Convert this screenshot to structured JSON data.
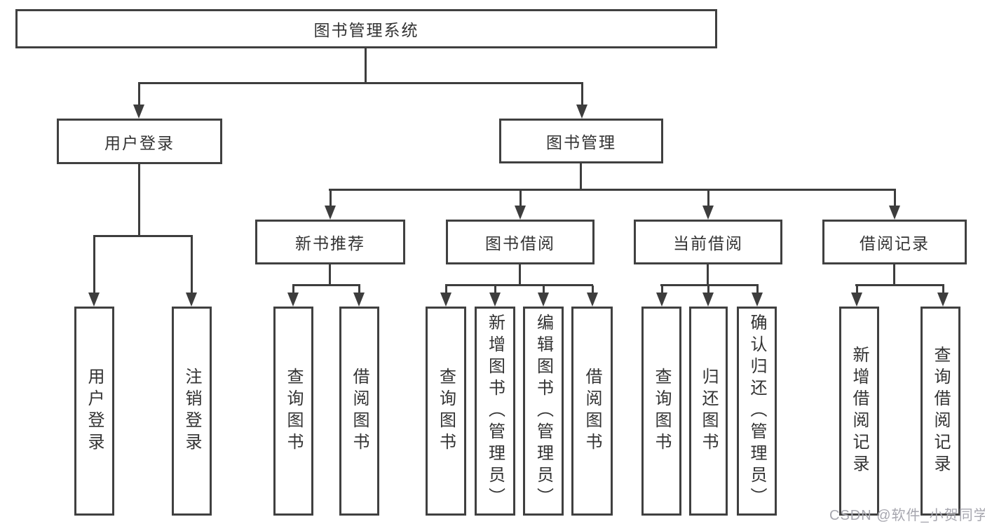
{
  "diagram": {
    "title": "图书管理系统",
    "nodes": {
      "root": "图书管理系统",
      "user_login": "用户登录",
      "book_mgmt": "图书管理",
      "new_book_rec": "新书推荐",
      "book_borrow": "图书借阅",
      "current_borrow": "当前借阅",
      "borrow_records": "借阅记录",
      "leaf_user_login": "用户登录",
      "leaf_logout": "注销登录",
      "leaf_query_book_1": "查询图书",
      "leaf_borrow_book_1": "借阅图书",
      "leaf_query_book_2": "查询图书",
      "leaf_add_book": "新增图书（管理员）",
      "leaf_edit_book": "编辑图书（管理员）",
      "leaf_borrow_book_2": "借阅图书",
      "leaf_query_book_3": "查询图书",
      "leaf_return_book": "归还图书",
      "leaf_confirm_return": "确认归还（管理员）",
      "leaf_add_record": "新增借阅记录",
      "leaf_query_record": "查询借阅记录"
    },
    "watermark": "CSDN @软件_小贺同学",
    "colors": {
      "line": "#3d3d3d",
      "box_border": "#404040",
      "text": "#333333",
      "watermark": "#a7a7af",
      "background": "#ffffff"
    }
  }
}
